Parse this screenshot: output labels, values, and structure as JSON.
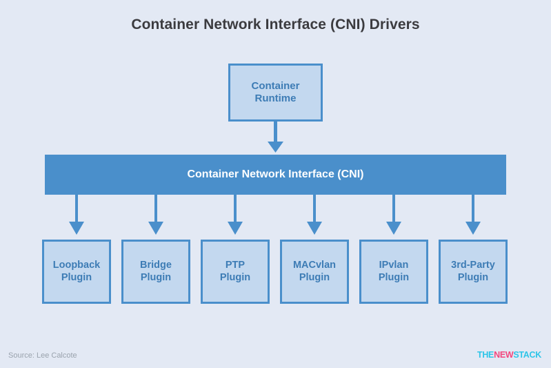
{
  "page": {
    "title": "Container Network Interface (CNI) Drivers",
    "background_color": "#e3e9f4"
  },
  "colors": {
    "accent_blue": "#4a8fcb",
    "box_fill": "#c3d8ef",
    "box_text": "#3d7cb5",
    "bar_text": "#ffffff",
    "title_text": "#3b3b3f",
    "source_text": "#9aa3ad",
    "logo_cyan": "#2ec5e8",
    "logo_pink": "#f2487e"
  },
  "diagram": {
    "runtime": {
      "line1": "Container",
      "line2": "Runtime"
    },
    "cni_bar": {
      "label": "Container Network Interface (CNI)"
    },
    "plugins": [
      {
        "line1": "Loopback",
        "line2": "Plugin"
      },
      {
        "line1": "Bridge",
        "line2": "Plugin"
      },
      {
        "line1": "PTP",
        "line2": "Plugin"
      },
      {
        "line1": "MACvlan",
        "line2": "Plugin"
      },
      {
        "line1": "IPvlan",
        "line2": "Plugin"
      },
      {
        "line1": "3rd-Party",
        "line2": "Plugin"
      }
    ]
  },
  "footer": {
    "source": "Source: Lee Calcote",
    "logo": {
      "part1": "THE",
      "part2": "NEW",
      "part3": "STACK"
    }
  }
}
